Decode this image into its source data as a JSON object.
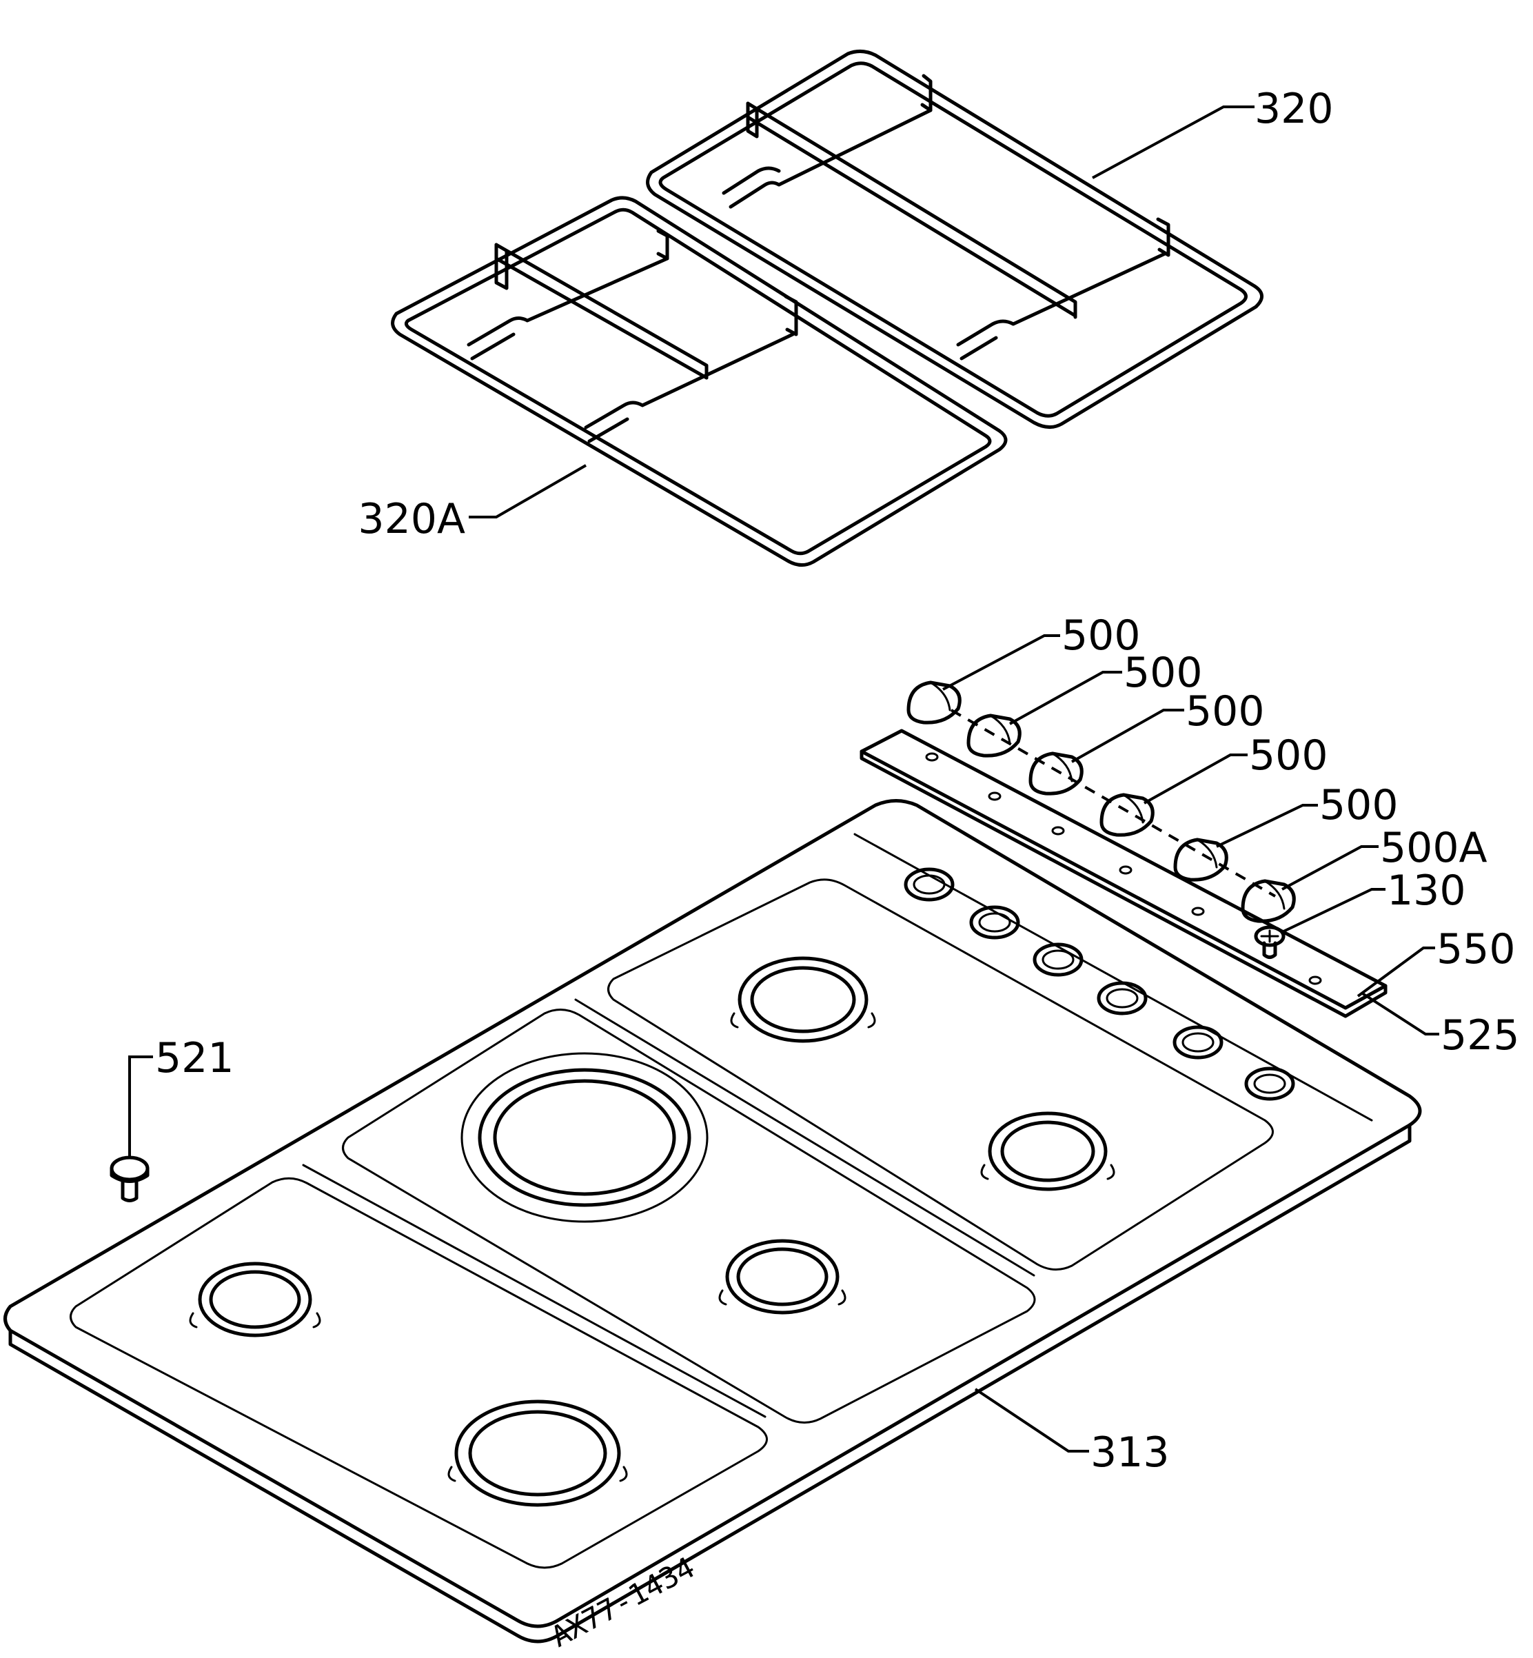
{
  "diagram": {
    "type": "exploded parts diagram",
    "callouts": {
      "grid_right": "320",
      "grid_left": "320A",
      "knob_1": "500",
      "knob_2": "500",
      "knob_3": "500",
      "knob_4": "500",
      "knob_5": "500",
      "knob_6": "500A",
      "screw": "130",
      "control_panel": "550",
      "spacer": "525",
      "hob_top": "313",
      "foot": "521"
    },
    "reference_code": "AX77-1434"
  }
}
